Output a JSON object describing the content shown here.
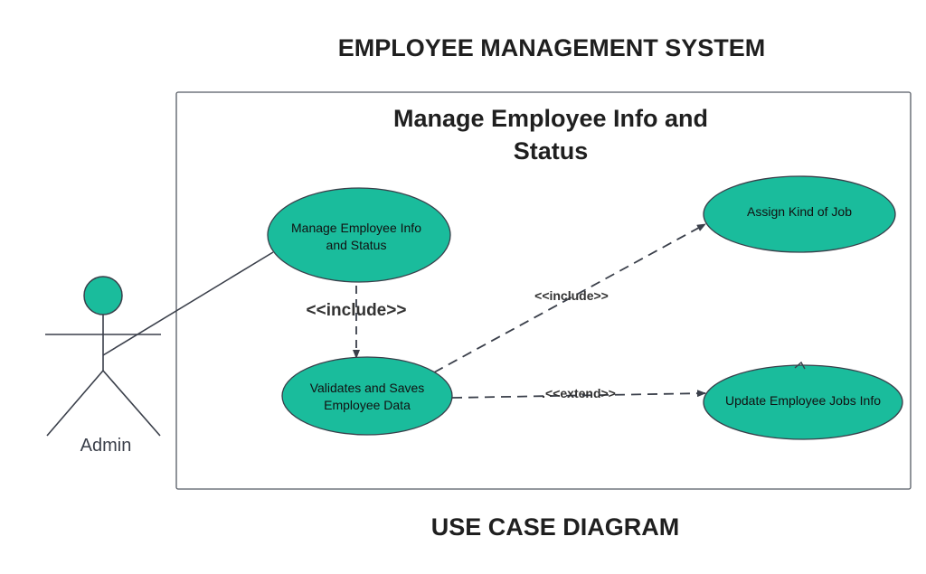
{
  "diagram": {
    "title": "EMPLOYEE MANAGEMENT SYSTEM",
    "footer": "USE CASE DIAGRAM",
    "system_boundary": {
      "title_line1": "Manage Employee Info and",
      "title_line2": "Status"
    },
    "actor": {
      "label": "Admin",
      "color": "#1abc9c"
    },
    "use_cases": {
      "manage": {
        "line1": "Manage Employee Info",
        "line2": "and Status"
      },
      "validate": {
        "line1": "Validates and Saves",
        "line2": "Employee Data"
      },
      "assign": {
        "line1": "Assign Kind of Job"
      },
      "update": {
        "line1": "Update Employee Jobs Info"
      }
    },
    "relations": {
      "include_vertical": "<<include>>",
      "include_diagonal": "<<include>>",
      "extend": ".<<extend>>"
    },
    "colors": {
      "use_case_fill": "#1abc9c",
      "outline": "#3a3f4a",
      "text": "#1f1f1f"
    }
  }
}
